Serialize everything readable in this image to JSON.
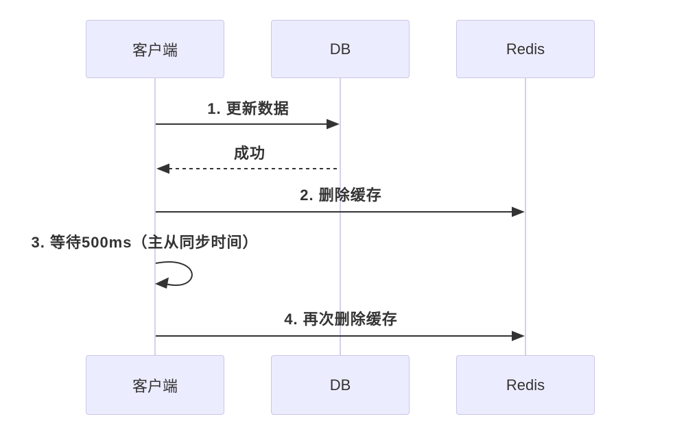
{
  "diagram": {
    "type": "sequence-diagram",
    "background": "#ffffff",
    "colors": {
      "actor_fill": "#ECECFF",
      "actor_border": "#CCC5E8",
      "lifeline": "#D5D0EB",
      "arrow": "#333333",
      "text": "#333333"
    },
    "participants": [
      {
        "id": "client",
        "label": "客户端"
      },
      {
        "id": "db",
        "label": "DB"
      },
      {
        "id": "redis",
        "label": "Redis"
      }
    ],
    "messages": [
      {
        "label": "1. 更新数据",
        "from": "客户端",
        "to": "DB",
        "line": "solid"
      },
      {
        "label": "成功",
        "from": "DB",
        "to": "客户端",
        "line": "dashed"
      },
      {
        "label": "2. 删除缓存",
        "from": "客户端",
        "to": "Redis",
        "line": "solid"
      },
      {
        "label": "3. 等待500ms（主从同步时间）",
        "from": "客户端",
        "to": "客户端",
        "line": "self-loop"
      },
      {
        "label": "4. 再次删除缓存",
        "from": "客户端",
        "to": "Redis",
        "line": "solid"
      }
    ]
  }
}
